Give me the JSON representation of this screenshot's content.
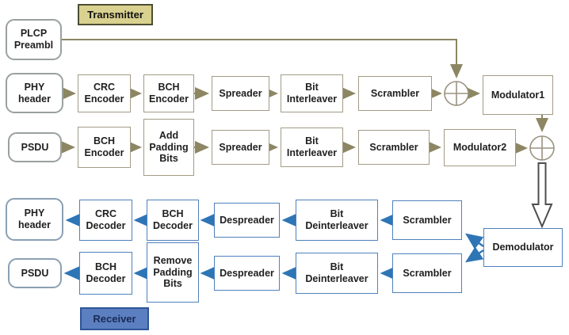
{
  "labels": {
    "transmitter": "Transmitter",
    "receiver": "Receiver"
  },
  "blocks": {
    "plcp_preamble": "PLCP\nPreambl",
    "phy_header_tx": "PHY\nheader",
    "psdu_tx": "PSDU",
    "crc_encoder": "CRC\nEncoder",
    "bch_encoder_1": "BCH\nEncoder",
    "bch_encoder_2": "BCH\nEncoder",
    "add_padding_bits": "Add\nPadding\nBits",
    "spreader_1": "Spreader",
    "spreader_2": "Spreader",
    "bit_interleaver_1": "Bit\nInterleaver",
    "bit_interleaver_2": "Bit\nInterleaver",
    "scrambler_tx_1": "Scrambler",
    "scrambler_tx_2": "Scrambler",
    "modulator_1": "Modulator1",
    "modulator_2": "Modulator2",
    "demodulator": "Demodulator",
    "scrambler_rx_1": "Scrambler",
    "scrambler_rx_2": "Scrambler",
    "bit_deinterleaver_1": "Bit\nDeinterleaver",
    "bit_deinterleaver_2": "Bit\nDeinterleaver",
    "despreader_1": "Despreader",
    "despreader_2": "Despreader",
    "bch_decoder_1": "BCH\nDecoder",
    "bch_decoder_2": "BCH\nDecoder",
    "crc_decoder": "CRC\nDecoder",
    "remove_padding_bits": "Remove\nPadding\nBits",
    "phy_header_rx": "PHY\nheader",
    "psdu_rx": "PSDU"
  },
  "icons": {
    "xor_adder_1": "circle-plus-adder",
    "xor_adder_2": "circle-plus-adder",
    "block_arrow": "hollow-down-arrow"
  },
  "colors": {
    "tx_line": "#8c8663",
    "rx_line": "#2e75b6",
    "tx_box_border": "#a29b85",
    "rx_box_border": "#4f81bd",
    "transmitter_label_bg": "#d9d18f",
    "transmitter_label_border": "#4d4d33",
    "receiver_label_bg": "#5b7fc0",
    "receiver_label_border": "#2f5597",
    "text": "#1f1f1f"
  }
}
